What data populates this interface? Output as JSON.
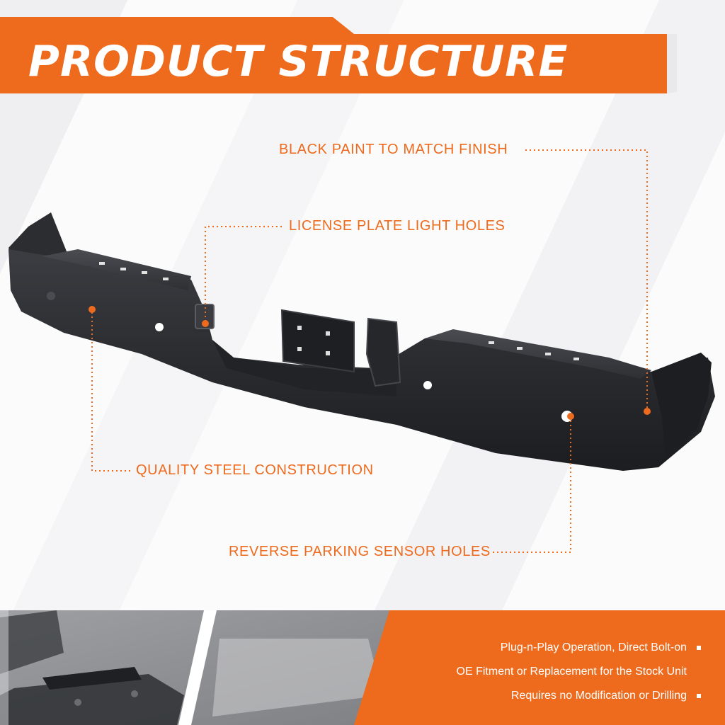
{
  "header": {
    "title": "PRODUCT STRUCTURE"
  },
  "callouts": {
    "finish": "BLACK PAINT TO MATCH FINISH",
    "plate_light": "LICENSE PLATE LIGHT HOLES",
    "steel": "QUALITY STEEL CONSTRUCTION",
    "sensor": "REVERSE PARKING SENSOR HOLES"
  },
  "features": {
    "items": [
      "Plug-n-Play Operation, Direct Bolt-on",
      "OE Fitment or Replacement for the Stock Unit",
      "Requires no Modification or Drilling"
    ]
  },
  "colors": {
    "accent": "#ee6a1c",
    "bumper": "#2a2c30",
    "text_light": "#ffffff"
  },
  "icons": {
    "bullet": "square-bullet-icon"
  }
}
